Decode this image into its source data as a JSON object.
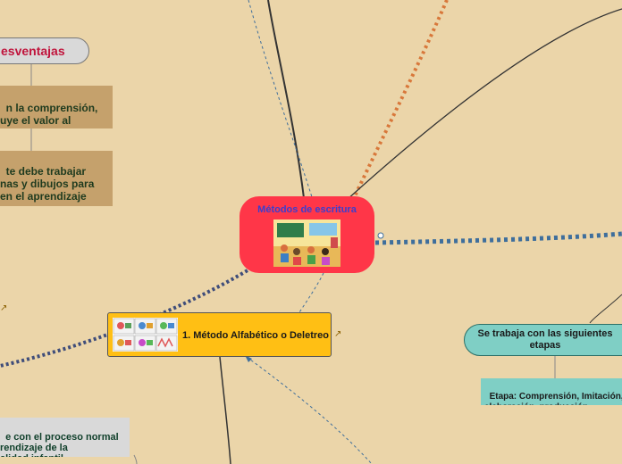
{
  "central": {
    "title": "Métodos de escritura",
    "image": "classroom-illustration"
  },
  "desventajas": {
    "label": "esventajas"
  },
  "notes": {
    "note1": "n la comprensión,\nuye el valor al\nor la lectura",
    "note2": "te debe trabajar\nnas y dibujos para\nen el aprendizaje\nma."
  },
  "method1": {
    "label": "1. Método Alfabético o Deletreo",
    "image": "alphabet-cards-illustration",
    "link_icon": "external-link-icon"
  },
  "etapas": {
    "label": "Se trabaja con las siguientes etapas",
    "note": "Etapa: Comprensión, Imitación,\nelaboración, producción,"
  },
  "bottom_note": "e con el proceso normal\nrendizaje de la\nalidad infantil",
  "colors": {
    "background": "#ebd5a9",
    "central": "#ff3648",
    "method1": "#ffbf14",
    "etapas": "#7fcfc5",
    "orange_dotted": "#d8773a",
    "blue_dotted": "#3e6e9c",
    "navy_dotted": "#3f4d7a"
  }
}
